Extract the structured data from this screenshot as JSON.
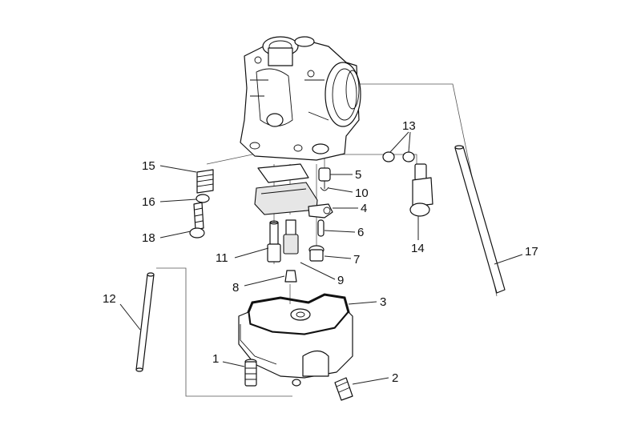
{
  "callouts": {
    "c1": "1",
    "c2": "2",
    "c3": "3",
    "c4": "4",
    "c5": "5",
    "c6": "6",
    "c7": "7",
    "c8": "8",
    "c9": "9",
    "c10": "10",
    "c11": "11",
    "c12": "12",
    "c13": "13",
    "c14": "14",
    "c15": "15",
    "c16": "16",
    "c17": "17",
    "c18": "18"
  },
  "colors": {
    "line": "#111111",
    "background": "#ffffff",
    "shade": "#e6e6e6"
  }
}
